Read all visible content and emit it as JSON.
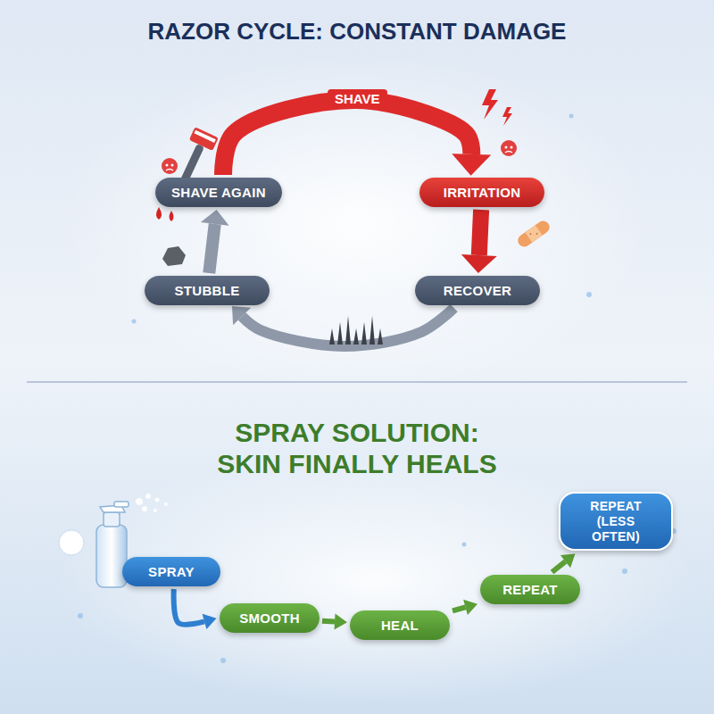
{
  "diagram": {
    "title": "RAZOR CYCLE: CONSTANT DAMAGE",
    "nodes": [
      {
        "text": [
          "SHAVE AGAIN"
        ]
      },
      {
        "text": [
          "IRRITATION"
        ]
      },
      {
        "text": [
          "STUBBLE"
        ]
      },
      {
        "text": [
          "RECOVER"
        ]
      },
      {
        "text": [
          "SPRAY"
        ]
      },
      {
        "text": [
          "SMOOTH"
        ]
      },
      {
        "text": [
          "HEAL"
        ]
      },
      {
        "text": [
          "REPEAT"
        ]
      },
      {
        "text": [
          "REPEAT (LESS OFTEN)"
        ]
      }
    ],
    "edges": [
      {
        "from": 0,
        "to": 1,
        "arrow": "to",
        "label": "SHAVE"
      },
      {
        "from": 1,
        "to": 3,
        "arrow": "to"
      },
      {
        "from": 3,
        "to": 2,
        "arrow": "to"
      },
      {
        "from": 2,
        "to": 0,
        "arrow": "to"
      },
      {
        "from": 4,
        "to": 5,
        "arrow": "to"
      },
      {
        "from": 5,
        "to": 6,
        "arrow": "to"
      },
      {
        "from": 6,
        "to": 7,
        "arrow": "to"
      },
      {
        "from": 7,
        "to": 8,
        "arrow": "to"
      }
    ],
    "labels": [
      "SPRAY SOLUTION: SKIN FINALLY HEALS"
    ]
  }
}
